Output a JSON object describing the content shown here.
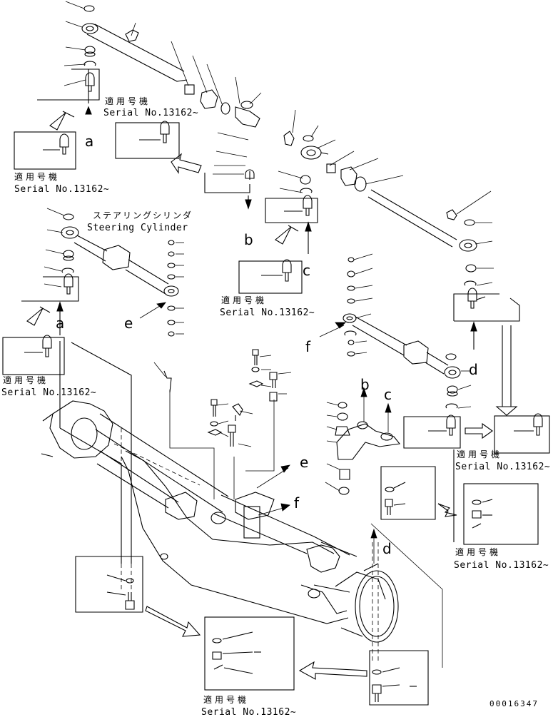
{
  "serial_label": {
    "jp": "適用号機",
    "en": "Serial No.13162~"
  },
  "steering_cylinder": {
    "jp": "ステアリングシリンダ",
    "en": "Steering Cylinder"
  },
  "callouts": {
    "a": "a",
    "b": "b",
    "c": "c",
    "d": "d",
    "e": "e",
    "f": "f"
  },
  "document_code": "00016347"
}
